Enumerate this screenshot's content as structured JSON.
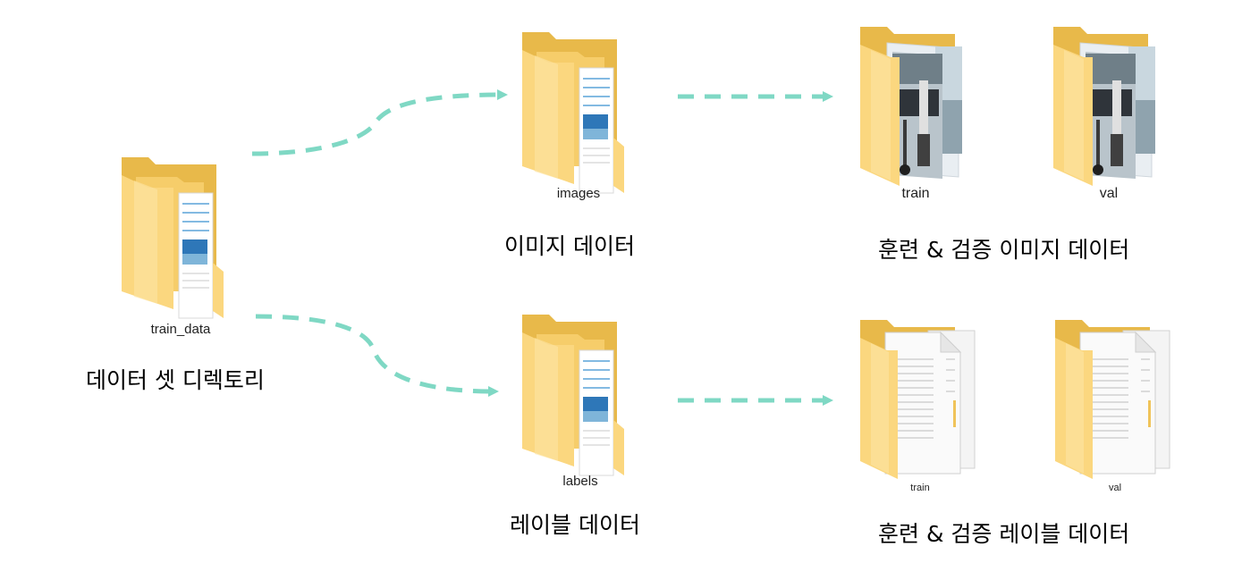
{
  "colors": {
    "arrow": "#7fd8c4",
    "folder_back": "#e8b94a",
    "folder_front": "#fbd77f",
    "folder_front_light": "#fde4a3"
  },
  "root": {
    "folder_name": "train_data",
    "caption": "데이터 셋 디렉토리",
    "icon": "folder-with-documents-icon"
  },
  "images": {
    "folder_name": "images",
    "caption": "이미지 데이터",
    "icon": "folder-with-documents-icon",
    "subfolders": [
      {
        "name": "train",
        "icon": "folder-with-photos-icon"
      },
      {
        "name": "val",
        "icon": "folder-with-photos-icon"
      }
    ],
    "caption_split": "훈련 & 검증 이미지 데이터"
  },
  "labels": {
    "folder_name": "labels",
    "caption": "레이블 데이터",
    "icon": "folder-with-documents-icon",
    "subfolders": [
      {
        "name": "train",
        "icon": "folder-with-text-files-icon"
      },
      {
        "name": "val",
        "icon": "folder-with-text-files-icon"
      }
    ],
    "caption_split": "훈련 & 검증 레이블 데이터"
  }
}
